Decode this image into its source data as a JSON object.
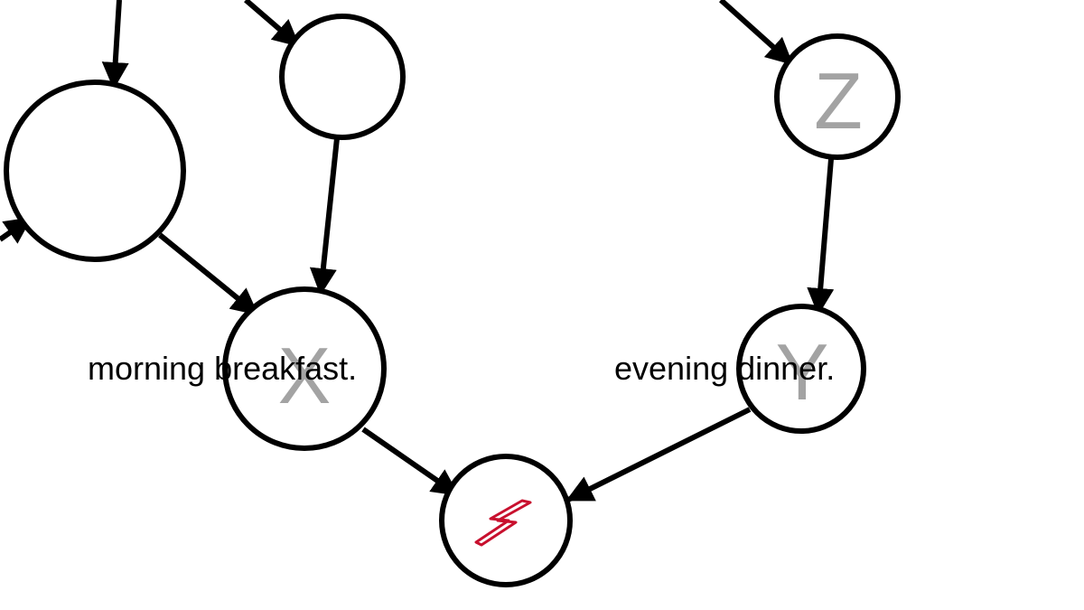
{
  "nodes": {
    "x": {
      "letter": "X",
      "caption": "morning breakfast."
    },
    "y": {
      "letter": "Y",
      "caption": "evening dinner."
    },
    "z": {
      "letter": "Z"
    },
    "bottom": {
      "icon": "lightning-bolt-icon"
    }
  },
  "colors": {
    "stroke": "#000000",
    "letter": "#a3a3a3",
    "bolt": "#c8102e"
  }
}
